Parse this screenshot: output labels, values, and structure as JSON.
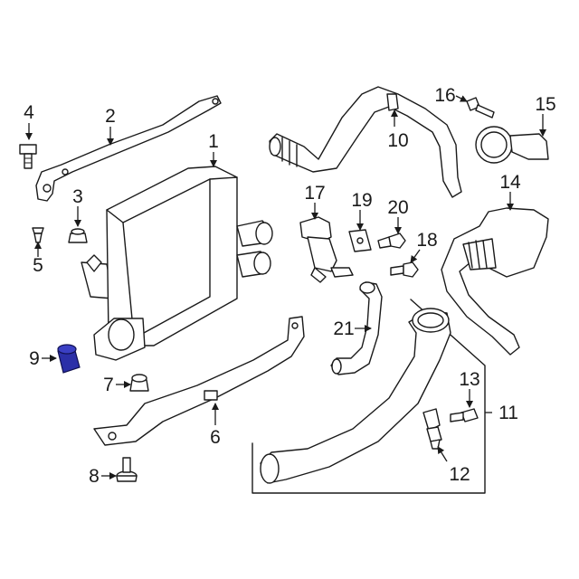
{
  "callouts": {
    "c1": "1",
    "c2": "2",
    "c3": "3",
    "c4": "4",
    "c5": "5",
    "c6": "6",
    "c7": "7",
    "c8": "8",
    "c9": "9",
    "c10": "10",
    "c11": "11",
    "c12": "12",
    "c13": "13",
    "c14": "14",
    "c15": "15",
    "c16": "16",
    "c17": "17",
    "c18": "18",
    "c19": "19",
    "c20": "20",
    "c21": "21"
  },
  "colors": {
    "line": "#1a1a1a",
    "background": "#ffffff",
    "highlight": "#2b2fa8"
  },
  "highlighted_part": "9"
}
